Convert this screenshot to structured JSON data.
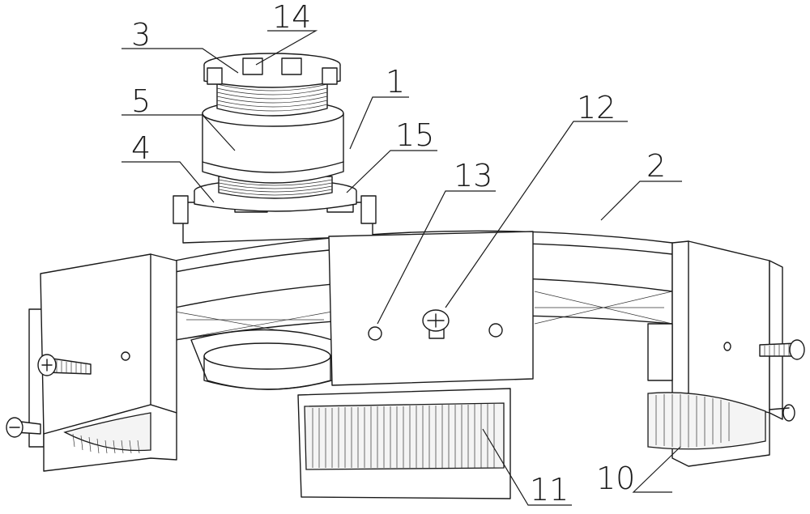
{
  "callouts": {
    "c1": "1",
    "c2": "2",
    "c3": "3",
    "c4": "4",
    "c5": "5",
    "c10": "10",
    "c11": "11",
    "c12": "12",
    "c13": "13",
    "c14": "14",
    "c15": "15"
  }
}
